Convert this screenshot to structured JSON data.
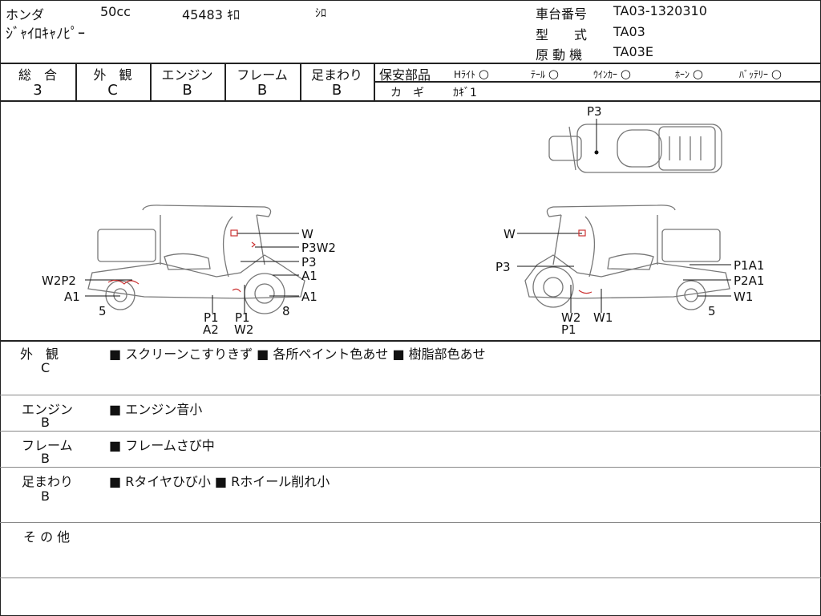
{
  "header": {
    "maker": "ホンダ",
    "displacement": "50cc",
    "mileage": "45483 ｷﾛ",
    "color": "ｼﾛ",
    "model_name": "ｼﾞｬｲﾛｷｬﾉﾋﾟｰ",
    "chassis_label": "車台番号",
    "chassis_value": "TA03-1320310",
    "type_label": "型　　式",
    "type_value": "TA03",
    "engine_label": "原 動 機",
    "engine_value": "TA03E"
  },
  "ratings": [
    {
      "label": "総　合",
      "value": "3"
    },
    {
      "label": "外　観",
      "value": "C"
    },
    {
      "label": "エンジン",
      "value": "B"
    },
    {
      "label": "フレーム",
      "value": "B"
    },
    {
      "label": "足まわり",
      "value": "B"
    }
  ],
  "safety": {
    "label": "保安部品",
    "items": [
      {
        "name": "Hﾗｲﾄ",
        "mark": "○"
      },
      {
        "name": "ﾃｰﾙ",
        "mark": "○"
      },
      {
        "name": "ｳｲﾝｶｰ",
        "mark": "○"
      },
      {
        "name": "ﾎｰﾝ",
        "mark": "○"
      },
      {
        "name": "ﾊﾞｯﾃﾘｰ",
        "mark": "○"
      }
    ],
    "key_label": "カ　ギ",
    "key_value": "ｶｷﾞ1"
  },
  "diagram": {
    "top": [
      "P3"
    ],
    "left": [
      "W",
      "P3W2",
      "P3",
      "A1",
      "A1",
      "W2P2",
      "A1",
      "5",
      "P1",
      "A2",
      "P1",
      "W2",
      "8"
    ],
    "right": [
      "W",
      "P3",
      "P1A1",
      "P2A1",
      "W1",
      "W2",
      "P1",
      "W1",
      "5"
    ]
  },
  "notes": [
    {
      "label": "外　観",
      "grade": "C",
      "text": "■ スクリーンこすりきず ■ 各所ペイント色あせ ■ 樹脂部色あせ"
    },
    {
      "label": "エンジン",
      "grade": "B",
      "text": "■ エンジン音小"
    },
    {
      "label": "フレーム",
      "grade": "B",
      "text": "■ フレームさび中"
    },
    {
      "label": "足まわり",
      "grade": "B",
      "text": "■ Rタイヤひび小 ■ Rホイール削れ小"
    },
    {
      "label": "そ の 他",
      "grade": "",
      "text": ""
    }
  ]
}
